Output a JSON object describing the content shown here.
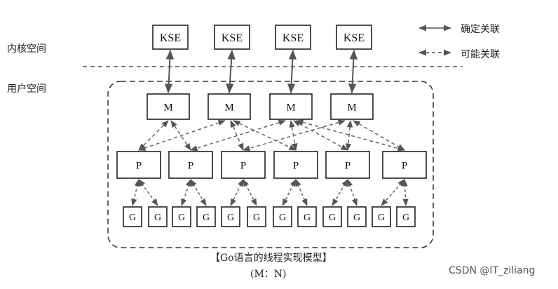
{
  "labels": {
    "kernel_space": "内核空间",
    "user_space": "用户空间"
  },
  "legend": {
    "solid": "确定关联",
    "dashed": "可能关联"
  },
  "nodes": {
    "kse": [
      "KSE",
      "KSE",
      "KSE",
      "KSE"
    ],
    "m": [
      "M",
      "M",
      "M",
      "M"
    ],
    "p": [
      "P",
      "P",
      "P",
      "P",
      "P",
      "P"
    ],
    "g": [
      "G",
      "G",
      "G",
      "G",
      "G",
      "G",
      "G",
      "G",
      "G",
      "G",
      "G",
      "G"
    ]
  },
  "caption": {
    "title": "【Go语言的线程实现模型】",
    "subtitle": "(M：N)"
  },
  "watermark": "CSDN @IT_ziliang"
}
